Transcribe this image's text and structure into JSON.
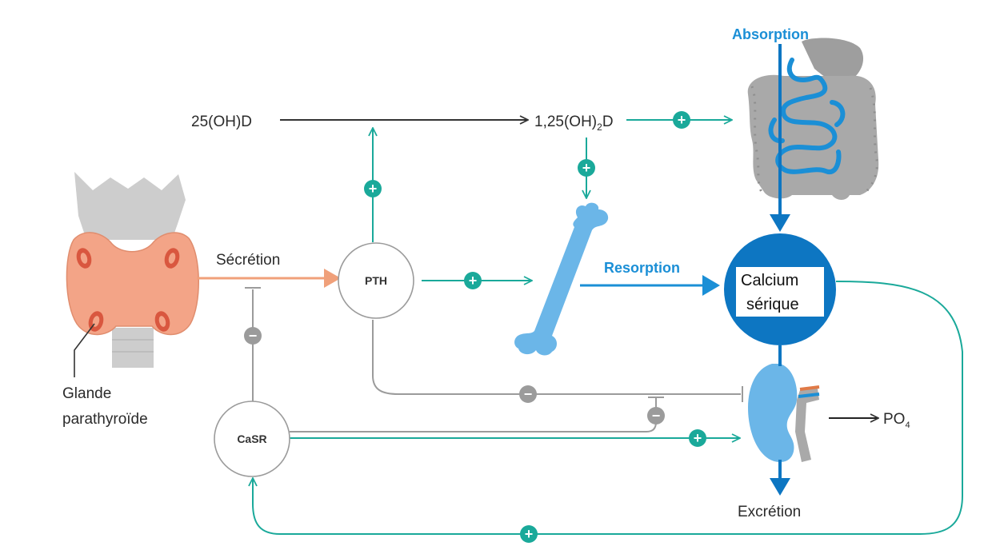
{
  "labels": {
    "absorption": "Absorption",
    "d25": "25(OH)D",
    "d125_main": "1,25(OH)",
    "d125_sub": "2",
    "d125_end": "D",
    "secretion": "Sécrétion",
    "resorption": "Resorption",
    "gland_line1": "Glande",
    "gland_line2": "parathyroïde",
    "excretion": "Excrétion",
    "po4_main": "PO",
    "po4_sub": "4"
  },
  "nodes": {
    "pth": "PTH",
    "casr": "CaSR",
    "calcium_line1": "Calcium",
    "calcium_line2": "sérique"
  },
  "signs": {
    "plus": "+",
    "minus": "−"
  },
  "colors": {
    "teal": "#1aa99a",
    "blue": "#1b8fd6",
    "dark_blue": "#0d76c2",
    "light_blue": "#6bb6e8",
    "gray": "#9b9b9b",
    "salmon": "#f0a07a",
    "orange_gland": "#f3a487",
    "dark": "#333333"
  }
}
